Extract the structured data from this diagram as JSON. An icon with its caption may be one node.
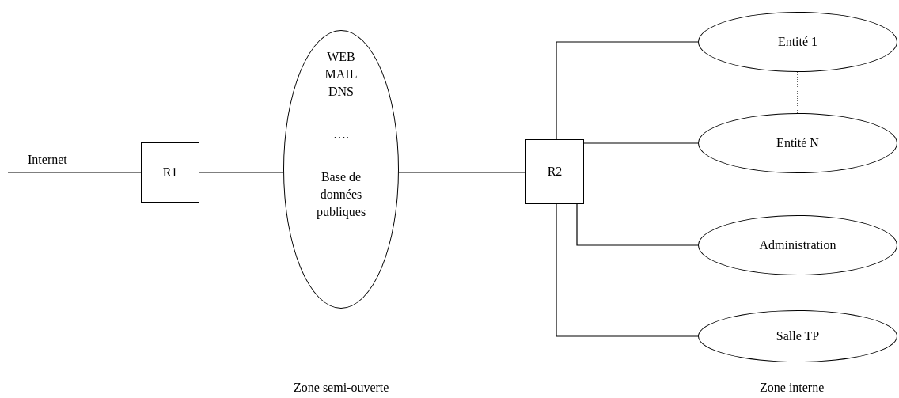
{
  "diagram": {
    "nodes": [
      {
        "text": [
          "R1"
        ]
      },
      {
        "text": [
          "WEB",
          "MAIL",
          "DNS",
          "….",
          "Base de données publiques"
        ]
      },
      {
        "text": [
          "R2"
        ]
      },
      {
        "text": [
          "Entité 1"
        ]
      },
      {
        "text": [
          "Entité N"
        ]
      },
      {
        "text": [
          "Administration"
        ]
      },
      {
        "text": [
          "Salle TP"
        ]
      }
    ],
    "edges": [
      {
        "from": null,
        "to": 0,
        "arrow": "none"
      },
      {
        "from": 0,
        "to": 1,
        "arrow": "none"
      },
      {
        "from": 1,
        "to": 2,
        "arrow": "none"
      },
      {
        "from": 2,
        "to": 3,
        "arrow": "none"
      },
      {
        "from": 2,
        "to": 4,
        "arrow": "none"
      },
      {
        "from": 2,
        "to": 5,
        "arrow": "none"
      },
      {
        "from": 2,
        "to": 6,
        "arrow": "none"
      },
      {
        "from": 3,
        "to": 4,
        "arrow": "none",
        "style": "dashed"
      }
    ],
    "labels": [
      "Internet",
      "Zone semi-ouverte",
      "Zone interne"
    ]
  }
}
